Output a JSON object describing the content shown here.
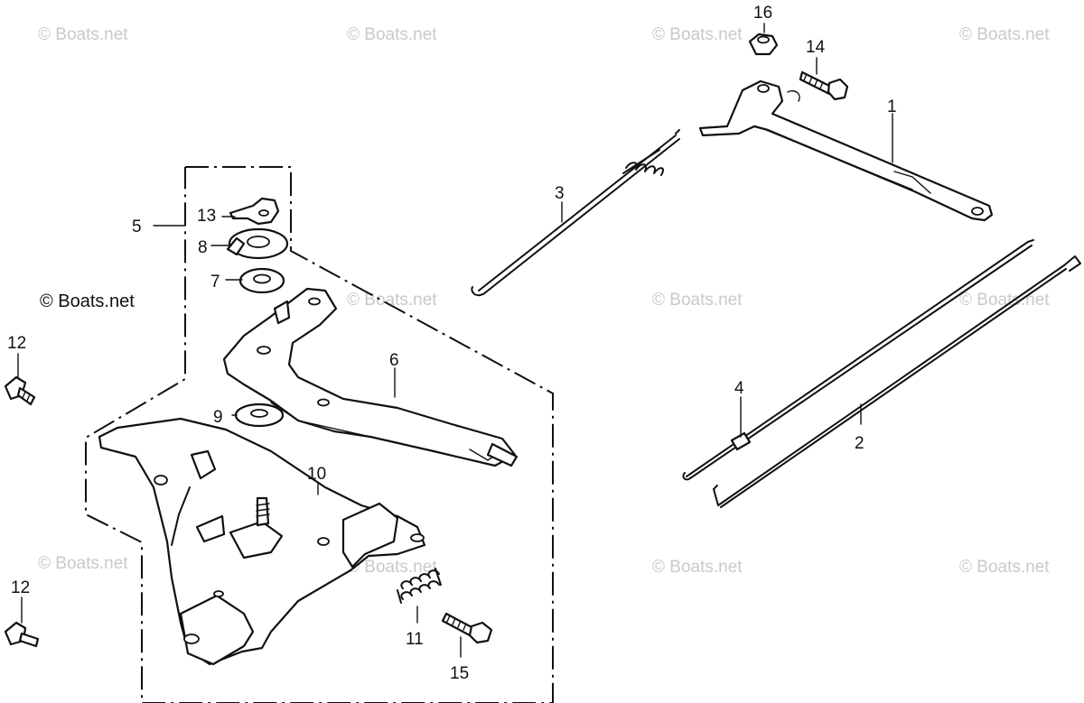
{
  "watermarks": {
    "text": "© Boats.net",
    "prominent": "© Boats.net",
    "light_color": "#c9c9c9"
  },
  "callouts": {
    "c1": "1",
    "c2": "2",
    "c3": "3",
    "c4": "4",
    "c5": "5",
    "c6": "6",
    "c7": "7",
    "c8": "8",
    "c9": "9",
    "c10": "10",
    "c11": "11",
    "c12a": "12",
    "c12b": "12",
    "c13": "13",
    "c14": "14",
    "c15": "15",
    "c16": "16"
  }
}
